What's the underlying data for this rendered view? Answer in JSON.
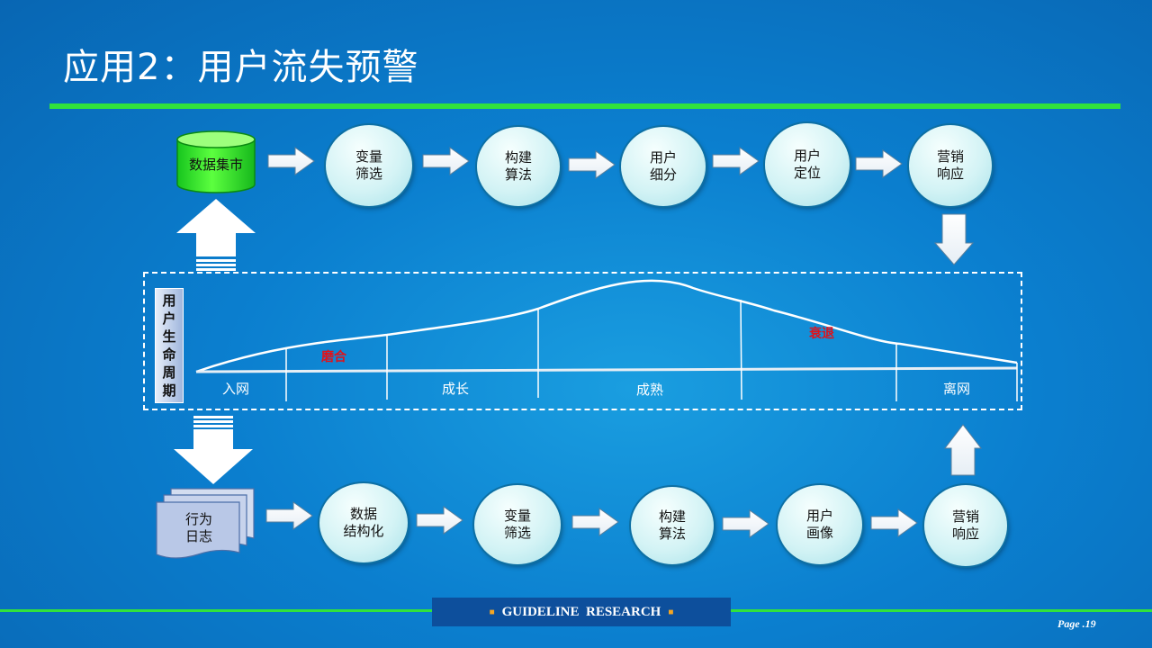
{
  "title": "应用2：用户流失预警",
  "top_flow": {
    "source": "数据集市",
    "nodes": [
      "变量\n筛选",
      "构建\n算法",
      "用户\n细分",
      "用户\n定位",
      "营销\n响应"
    ]
  },
  "bottom_flow": {
    "source": "行为\n日志",
    "nodes": [
      "数据\n结构化",
      "变量\n筛选",
      "构建\n算法",
      "用户\n画像",
      "营销\n响应"
    ]
  },
  "lifecycle": {
    "label": [
      "用",
      "户",
      "生",
      "命",
      "周",
      "期"
    ],
    "stages": [
      "入网",
      "成长",
      "成熟",
      "离网"
    ],
    "phases": [
      "磨合",
      "衰退"
    ]
  },
  "footer": {
    "text": "GUIDELINE  RESEARCH",
    "page": "Page .19"
  },
  "colors": {
    "rule": "#31e23c",
    "phase_text": "#e0121a",
    "footer_bg": "#0d4f9c"
  }
}
